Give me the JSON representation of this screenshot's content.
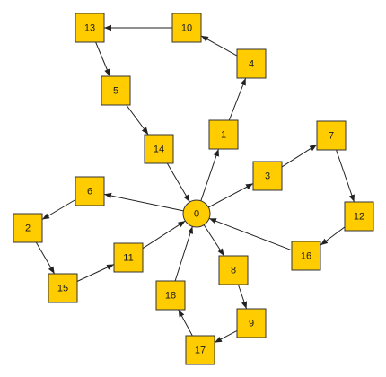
{
  "diagram": {
    "nodes": [
      {
        "id": "0",
        "label": "0",
        "shape": "circle"
      },
      {
        "id": "1",
        "label": "1",
        "shape": "square"
      },
      {
        "id": "2",
        "label": "2",
        "shape": "square"
      },
      {
        "id": "3",
        "label": "3",
        "shape": "square"
      },
      {
        "id": "4",
        "label": "4",
        "shape": "square"
      },
      {
        "id": "5",
        "label": "5",
        "shape": "square"
      },
      {
        "id": "6",
        "label": "6",
        "shape": "square"
      },
      {
        "id": "7",
        "label": "7",
        "shape": "square"
      },
      {
        "id": "8",
        "label": "8",
        "shape": "square"
      },
      {
        "id": "9",
        "label": "9",
        "shape": "square"
      },
      {
        "id": "10",
        "label": "10",
        "shape": "square"
      },
      {
        "id": "11",
        "label": "11",
        "shape": "square"
      },
      {
        "id": "12",
        "label": "12",
        "shape": "square"
      },
      {
        "id": "13",
        "label": "13",
        "shape": "square"
      },
      {
        "id": "14",
        "label": "14",
        "shape": "square"
      },
      {
        "id": "15",
        "label": "15",
        "shape": "square"
      },
      {
        "id": "16",
        "label": "16",
        "shape": "square"
      },
      {
        "id": "17",
        "label": "17",
        "shape": "square"
      },
      {
        "id": "18",
        "label": "18",
        "shape": "square"
      }
    ],
    "edges": [
      {
        "from": "0",
        "to": "1"
      },
      {
        "from": "1",
        "to": "4"
      },
      {
        "from": "4",
        "to": "10"
      },
      {
        "from": "10",
        "to": "13"
      },
      {
        "from": "13",
        "to": "5"
      },
      {
        "from": "5",
        "to": "14"
      },
      {
        "from": "14",
        "to": "0"
      },
      {
        "from": "0",
        "to": "3"
      },
      {
        "from": "3",
        "to": "7"
      },
      {
        "from": "7",
        "to": "12"
      },
      {
        "from": "12",
        "to": "16"
      },
      {
        "from": "16",
        "to": "0"
      },
      {
        "from": "0",
        "to": "6"
      },
      {
        "from": "6",
        "to": "2"
      },
      {
        "from": "2",
        "to": "15"
      },
      {
        "from": "15",
        "to": "11"
      },
      {
        "from": "11",
        "to": "0"
      },
      {
        "from": "0",
        "to": "8"
      },
      {
        "from": "8",
        "to": "9"
      },
      {
        "from": "9",
        "to": "17"
      },
      {
        "from": "17",
        "to": "18"
      },
      {
        "from": "18",
        "to": "0"
      }
    ],
    "colors": {
      "node_fill": "#ffcc00",
      "node_stroke": "#333333",
      "edge": "#222222",
      "label": "#1a1a1a"
    }
  }
}
